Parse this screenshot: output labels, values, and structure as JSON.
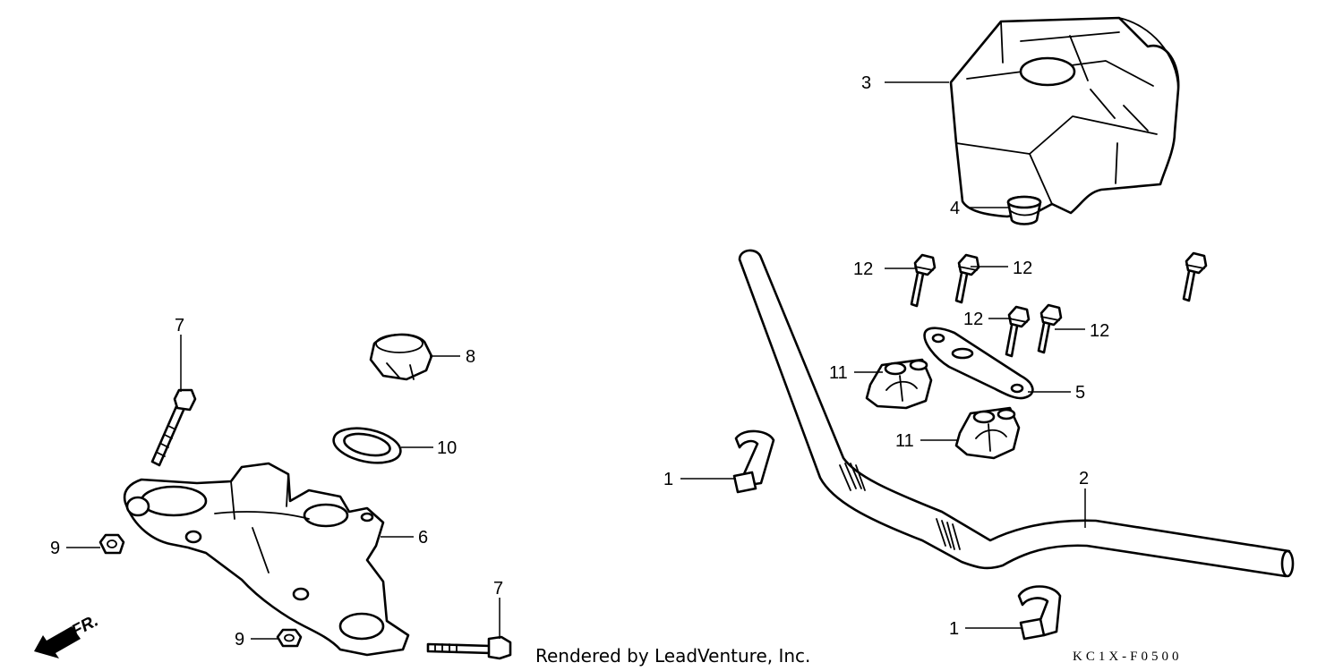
{
  "diagram": {
    "callouts": [
      "1",
      "2",
      "3",
      "4",
      "5",
      "6",
      "7",
      "8",
      "9",
      "10",
      "11",
      "12"
    ],
    "direction_label": "FR.",
    "credit": "Rendered by LeadVenture, Inc.",
    "drawing_code": "KC1X-F0500",
    "colors": {
      "line": "#000000",
      "background": "#ffffff"
    }
  }
}
